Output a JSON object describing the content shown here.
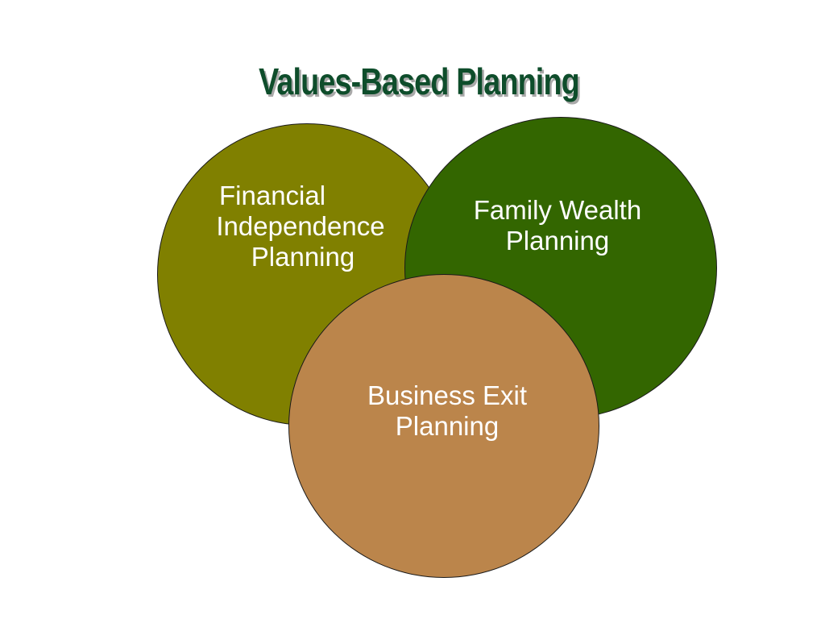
{
  "slide": {
    "title": "Values-Based Planning"
  },
  "colors": {
    "title_text": "#0e4d2b",
    "title_shadow": "#a9a9a9",
    "financial_circle": "#808000",
    "family_circle": "#336600",
    "business_circle": "#bb854b",
    "label_text": "#ffffff",
    "outline": "#1a1a1a"
  },
  "circles": {
    "financial": {
      "line1": "Financial",
      "line2": "Independence",
      "line3": "Planning"
    },
    "family": {
      "line1": "Family Wealth",
      "line2": "Planning"
    },
    "business": {
      "line1": "Business Exit",
      "line2": "Planning"
    }
  }
}
